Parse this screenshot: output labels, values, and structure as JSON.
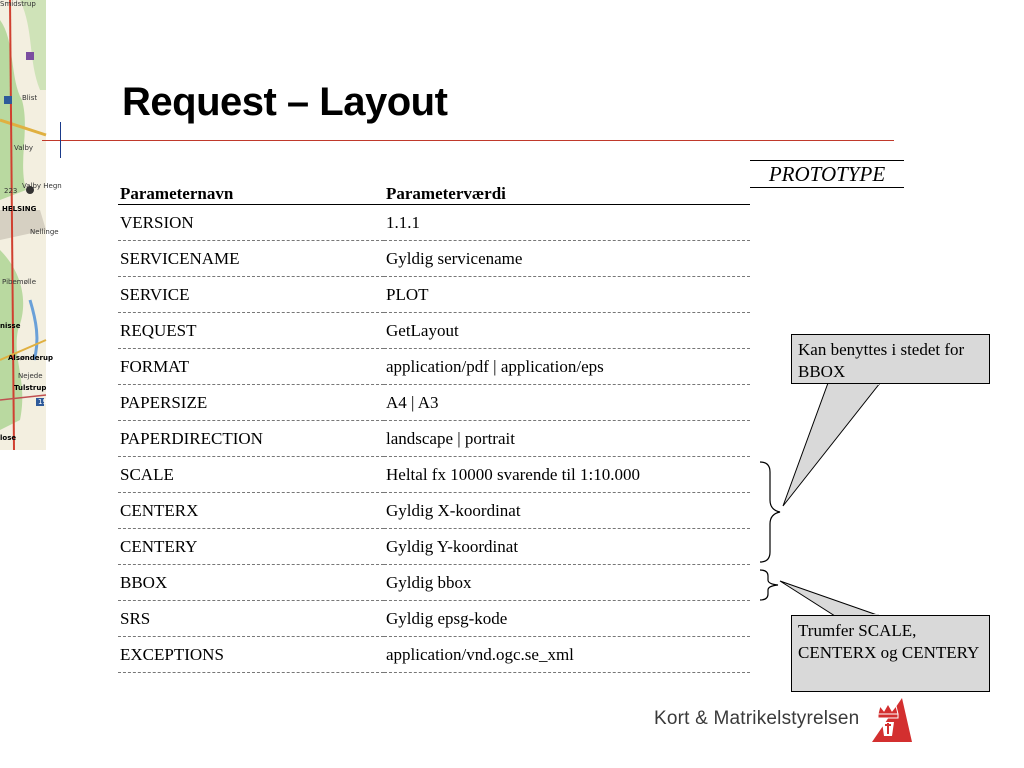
{
  "slide": {
    "title": "Request – Layout",
    "stamp": "PROTOTYPE"
  },
  "table": {
    "headers": [
      "Parameternavn",
      "Parameterværdi"
    ],
    "rows": [
      [
        "VERSION",
        "1.1.1"
      ],
      [
        "SERVICENAME",
        "Gyldig servicename"
      ],
      [
        "SERVICE",
        "PLOT"
      ],
      [
        "REQUEST",
        "GetLayout"
      ],
      [
        "FORMAT",
        "application/pdf | application/eps"
      ],
      [
        "PAPERSIZE",
        "A4 | A3"
      ],
      [
        "PAPERDIRECTION",
        "landscape | portrait"
      ],
      [
        "SCALE",
        "Heltal fx 10000 svarende til 1:10.000"
      ],
      [
        "CENTERX",
        "Gyldig X-koordinat"
      ],
      [
        "CENTERY",
        "Gyldig Y-koordinat"
      ],
      [
        "BBOX",
        "Gyldig bbox"
      ],
      [
        "SRS",
        "Gyldig epsg-kode"
      ],
      [
        "EXCEPTIONS",
        "application/vnd.ogc.se_xml"
      ]
    ]
  },
  "callouts": {
    "bbox_alternative": "Kan benyttes i stedet for BBOX",
    "bbox_override": "Trumfer SCALE, CENTERX og CENTERY"
  },
  "logo": {
    "text": "Kort & Matrikelstyrelsen"
  },
  "map_labels": [
    "Smidstrup",
    "Blist",
    "Valby",
    "223",
    "Valby Hegn",
    "HELSING",
    "Nellinge",
    "Pibemølle",
    "nisse",
    "Alsønderup",
    "Nejede",
    "Tulstrup",
    "19",
    "lose"
  ],
  "colors": {
    "title_rule": "#c0392b",
    "callout_fill": "#d9d9d9",
    "logo_red": "#d32f2f"
  }
}
